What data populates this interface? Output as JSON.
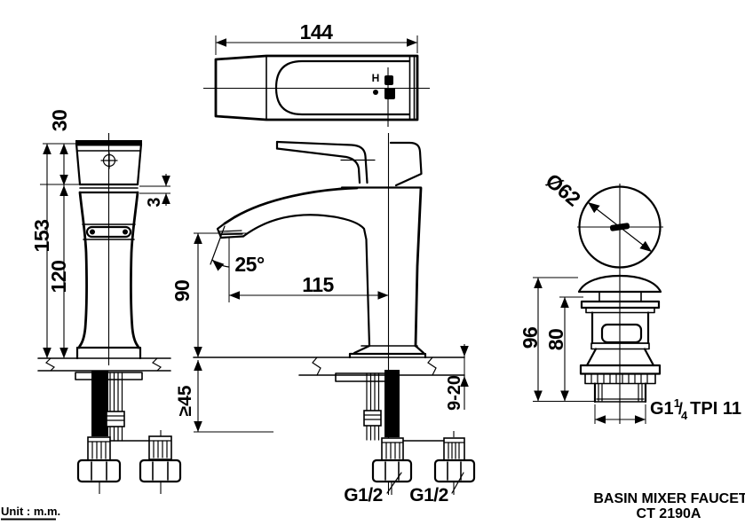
{
  "title_block": {
    "product_name": "BASIN MIXER  FAUCET",
    "model_code": "CT 2190A",
    "unit_note": "Unit : m.m."
  },
  "top_view": {
    "width_dim": "144",
    "hot_marker": "H"
  },
  "front_view": {
    "handle_height_dim": "30",
    "handle_gap_dim": "3",
    "total_height_dim": "153",
    "body_height_dim": "120"
  },
  "side_view": {
    "spout_height_dim": "90",
    "spout_angle_dim": "25°",
    "spout_reach_dim": "115",
    "min_clearance_dim": "≥45",
    "deck_thickness_dim": "9-20",
    "supply_thread_left": "G1/2",
    "supply_thread_right": "G1/2"
  },
  "drain_view": {
    "diameter_dim": "Ø62",
    "total_height_dim": "96",
    "body_height_dim": "80",
    "thread_prefix": "G1",
    "thread_numerator": "1",
    "thread_slash": "/",
    "thread_denominator": "4",
    "thread_suffix": "TPI 11"
  },
  "colors": {
    "line": "#000000",
    "background": "#ffffff"
  }
}
